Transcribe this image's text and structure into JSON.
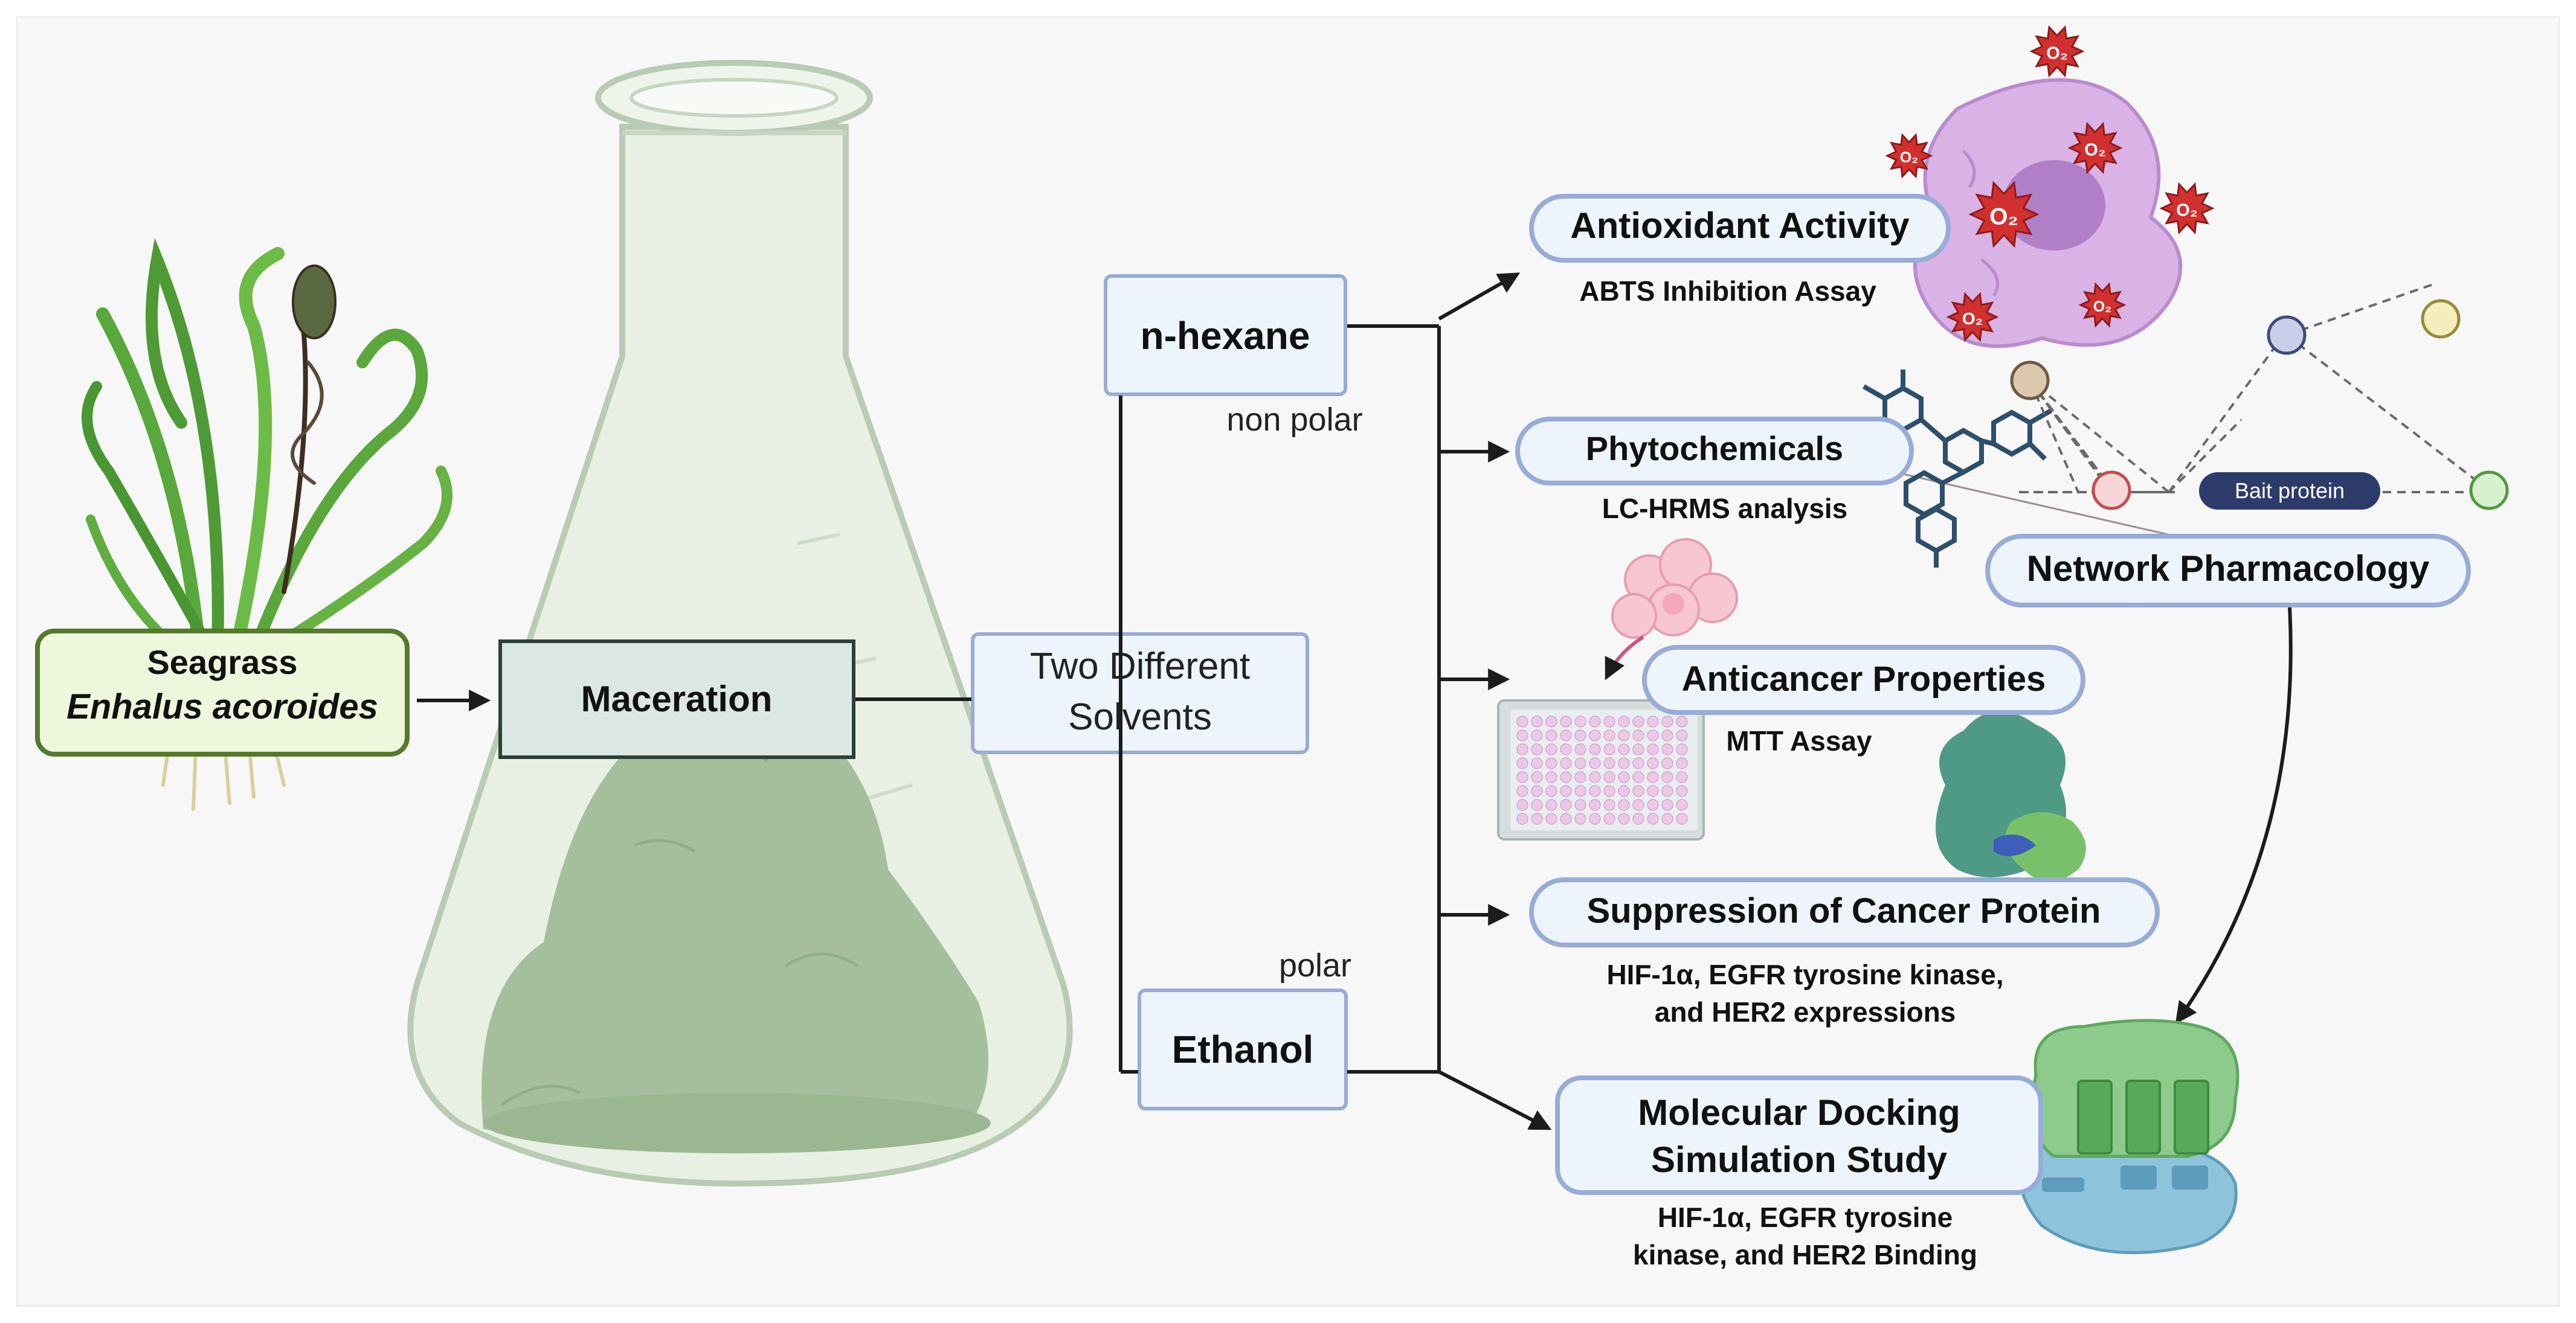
{
  "source": {
    "title": "Seagrass",
    "species": "Enhalus acoroides"
  },
  "process": "Maceration",
  "solvents": {
    "label_line1": "Two Different",
    "label_line2": "Solvents",
    "nonpolar_name": "n-hexane",
    "nonpolar_tag": "non polar",
    "polar_name": "Ethanol",
    "polar_tag": "polar"
  },
  "outcomes": [
    {
      "title": "Antioxidant Activity",
      "sub": [
        "ABTS Inhibition Assay"
      ]
    },
    {
      "title": "Phytochemicals",
      "sub": [
        "LC-HRMS analysis"
      ]
    },
    {
      "title": "Anticancer Properties",
      "sub": [
        "MTT Assay"
      ]
    },
    {
      "title": "Suppression of Cancer Protein",
      "sub": [
        "HIF-1α, EGFR tyrosine kinase,",
        "and HER2 expressions"
      ]
    },
    {
      "title": [
        "Molecular Docking",
        "Simulation Study"
      ],
      "sub": [
        "HIF-1α, EGFR tyrosine",
        "kinase, and HER2 Binding"
      ]
    }
  ],
  "network": {
    "title": "Network Pharmacology",
    "bait_label": "Bait protein"
  },
  "ros_label": "O₂",
  "colors": {
    "source_fill": "#eef6dc",
    "source_border": "#557a2c",
    "box_fill": "#eef4fb",
    "box_border": "#97acd6",
    "maceration_fill": "#dbe7e2",
    "maceration_border": "#2d3f38",
    "flask_fill": "#e7f0e3",
    "powder": "#a5bf9c",
    "cell": "#d9b2e6",
    "ros_red": "#d1302e",
    "bait_fill": "#2d3b6b",
    "plate": "#ecc8e8",
    "protein_green": "#4f9a85",
    "dock_green": "#8ccb8c",
    "dock_blue": "#8ec3dc"
  }
}
